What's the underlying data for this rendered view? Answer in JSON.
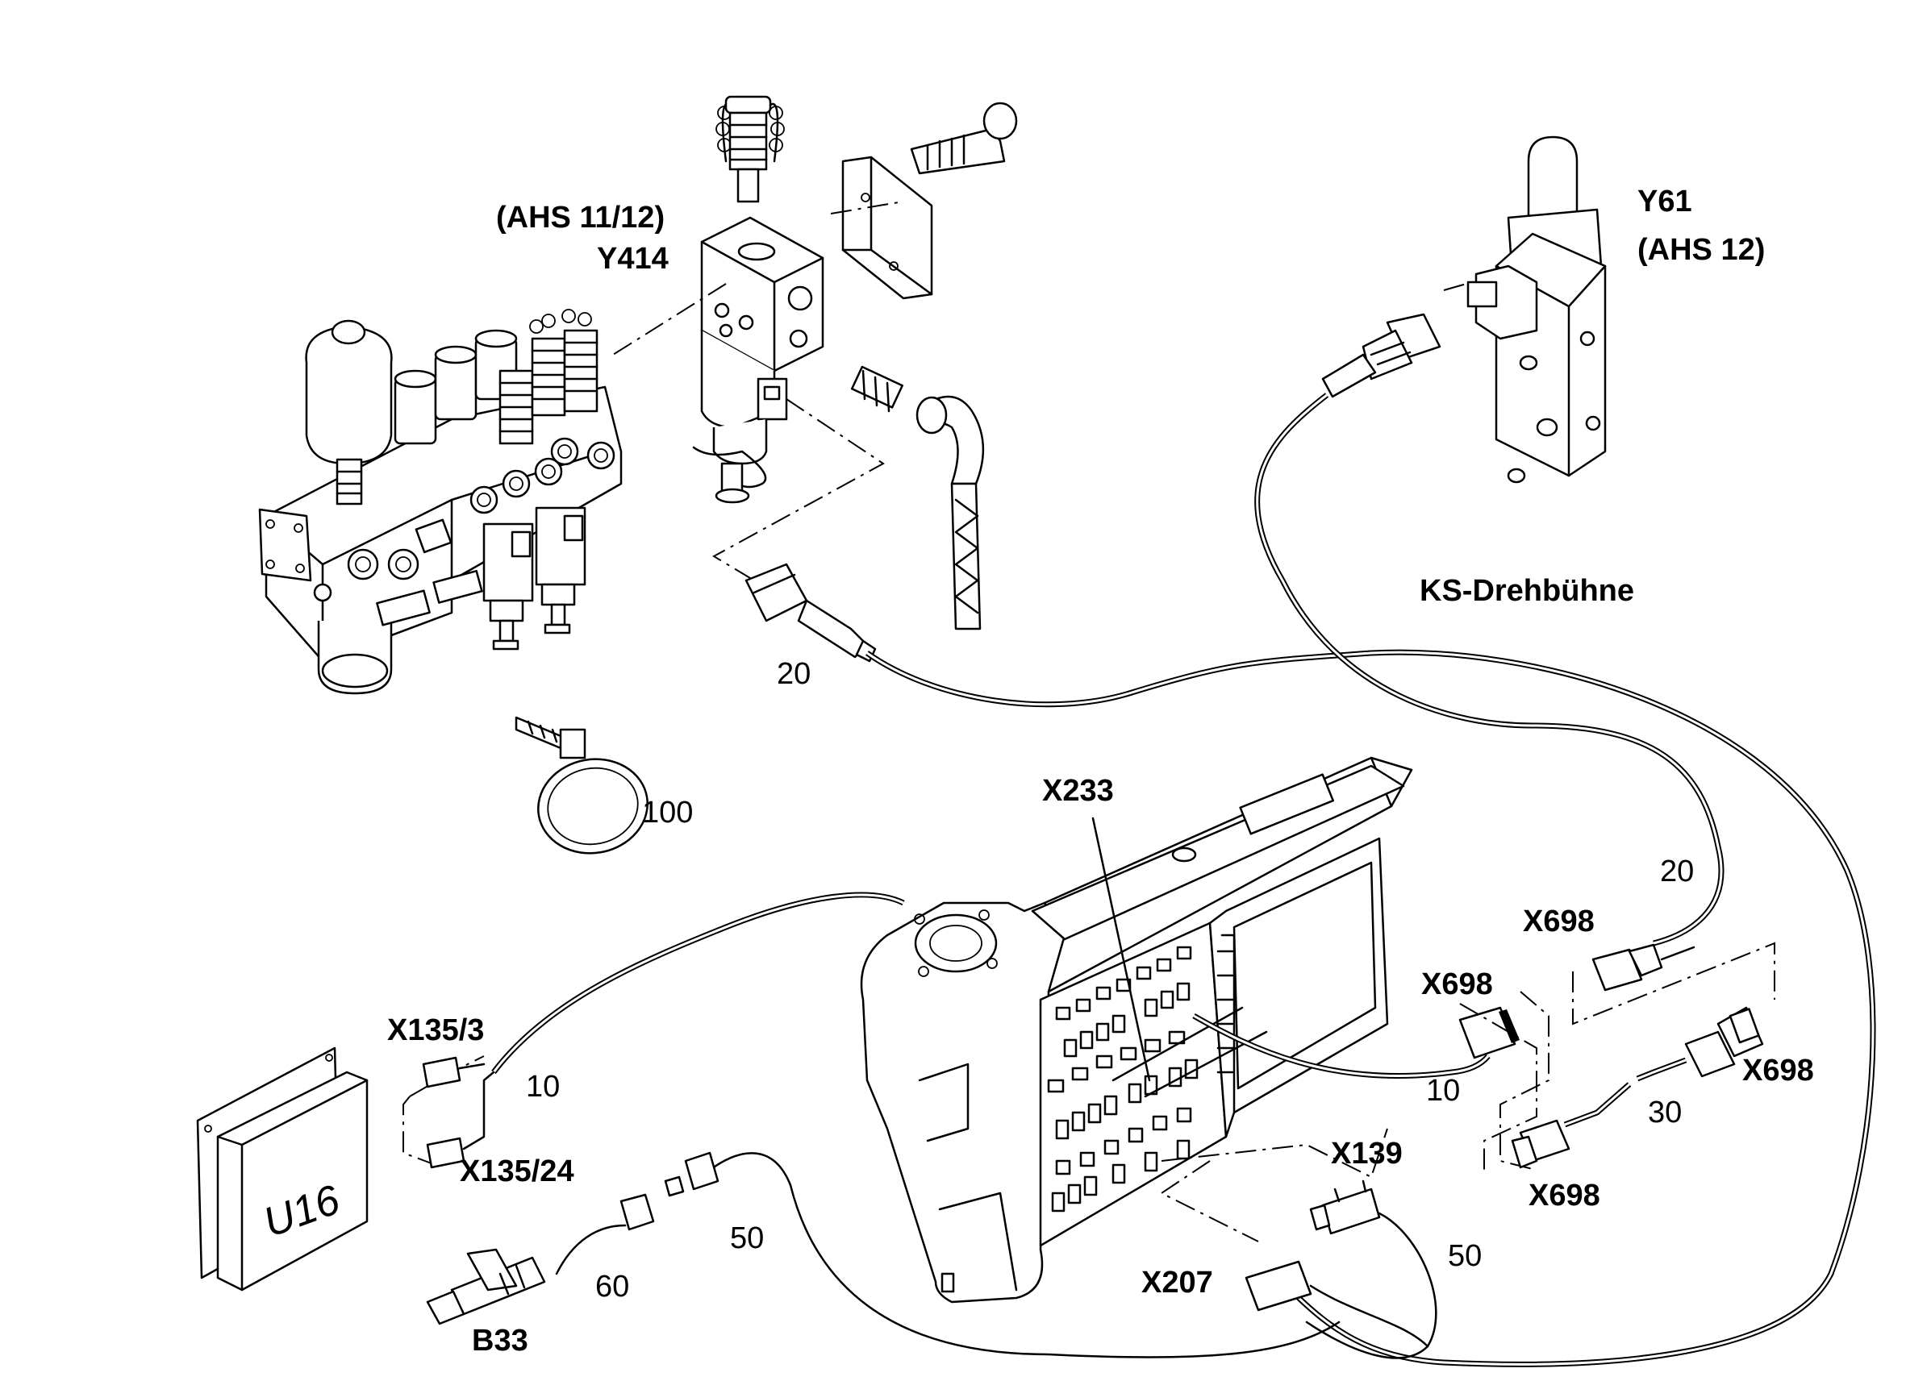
{
  "labels": {
    "ahs_11_12": "(AHS 11/12)",
    "y414": "Y414",
    "y61": "Y61",
    "ahs_12": "(AHS 12)",
    "ks_drehbuehne": "KS-Drehbühne",
    "x233": "X233",
    "x135_3": "X135/3",
    "x135_24": "X135/24",
    "b33": "B33",
    "x698_a": "X698",
    "x698_b": "X698",
    "x698_c": "X698",
    "x698_d": "X698",
    "x139": "X139",
    "x207": "X207",
    "u16": "U16"
  },
  "callouts": {
    "c20_top": "20",
    "c100": "100",
    "c20_right": "20",
    "c10_left": "10",
    "c10_right": "10",
    "c30": "30",
    "c50_left": "50",
    "c50_right": "50",
    "c60": "60"
  }
}
